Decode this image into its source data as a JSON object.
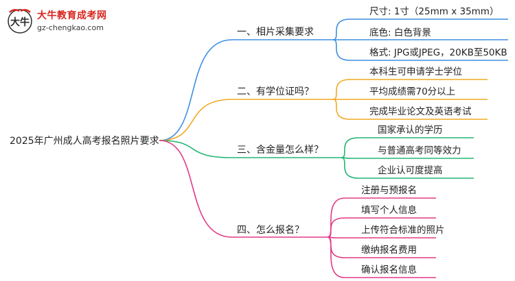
{
  "brand": {
    "name": "大牛教育成考网",
    "url": "gz-chengkao.com",
    "mark_text": "大牛",
    "colors": {
      "accent": "#d8261f"
    }
  },
  "mindmap": {
    "root": "2025年广州成人高考报名照片要求",
    "branches": [
      {
        "label": "一、相片采集要求",
        "color": "#3d8ee0",
        "leaves": [
          "尺寸: 1寸（25mm x 35mm）",
          "底色: 白色背景",
          "格式: JPG或JPEG，20KB至50KB"
        ]
      },
      {
        "label": "二、有学位证吗？",
        "color": "#f0a823",
        "leaves": [
          "本科生可申请学士学位",
          "平均成绩需70分以上",
          "完成毕业论文及英语考试"
        ]
      },
      {
        "label": "三、含金量怎么样？",
        "color": "#22b573",
        "leaves": [
          "国家承认的学历",
          "与普通高考同等效力",
          "企业认可度提高"
        ]
      },
      {
        "label": "四、怎么报名？",
        "color": "#e23a86",
        "leaves": [
          "注册与预报名",
          "填写个人信息",
          "上传符合标准的照片",
          "缴纳报名费用",
          "确认报名信息"
        ]
      }
    ]
  }
}
